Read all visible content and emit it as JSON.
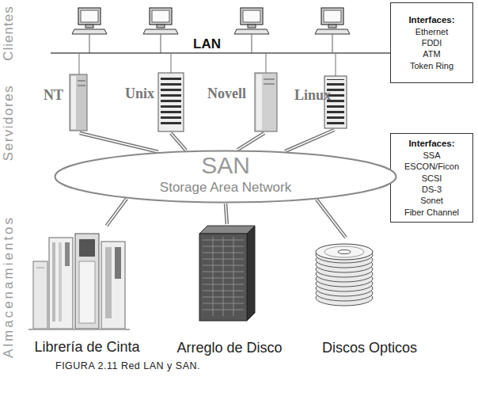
{
  "diagram": {
    "caption": "FIGURA 2.11 Red LAN y SAN.",
    "nodes": [
      {
        "text": [
          "Interfaces:",
          "Ethernet",
          "FDDI",
          "ATM",
          "Token Ring"
        ]
      },
      {
        "text": [
          "NT"
        ]
      },
      {
        "text": [
          "Unix"
        ]
      },
      {
        "text": [
          "Novell"
        ]
      },
      {
        "text": [
          "Linux"
        ]
      },
      {
        "text": [
          "Interfaces:",
          "SSA",
          "ESCON/Ficon",
          "SCSI",
          "DS-3",
          "Sonet",
          "Fiber Channel"
        ]
      },
      {
        "text": [
          "SAN",
          "Storage Area Network"
        ]
      },
      {
        "text": [
          "Librería de Cinta"
        ]
      },
      {
        "text": [
          "Arreglo de Disco"
        ]
      },
      {
        "text": [
          "Discos Opticos"
        ]
      }
    ],
    "edges": [
      {
        "from": 1,
        "to": 6,
        "arrow": "none"
      },
      {
        "from": 2,
        "to": 6,
        "arrow": "none"
      },
      {
        "from": 3,
        "to": 6,
        "arrow": "none"
      },
      {
        "from": 4,
        "to": 6,
        "arrow": "none"
      },
      {
        "from": 6,
        "to": 7,
        "arrow": "none"
      },
      {
        "from": 6,
        "to": 8,
        "arrow": "none"
      },
      {
        "from": 6,
        "to": 9,
        "arrow": "none"
      }
    ],
    "labels": [
      "Clientes",
      "Servidores",
      "Almacenamientos",
      "LAN"
    ]
  }
}
